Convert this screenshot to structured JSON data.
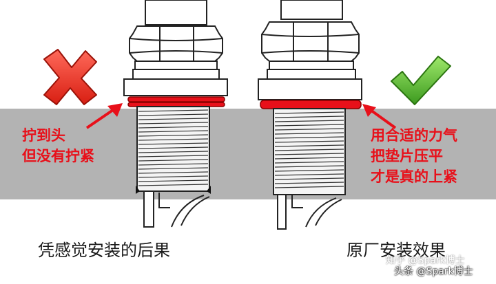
{
  "left": {
    "mark": "cross-mark",
    "annotation": [
      "拧到头",
      "但没有拧紧"
    ],
    "caption": "凭感觉安装的后果"
  },
  "right": {
    "mark": "check-mark",
    "annotation": [
      "用合适的力气",
      "把垫片压平",
      "才是真的上紧"
    ],
    "caption": "原厂安装效果"
  },
  "watermark": {
    "faint": "知乎 @Spark博士",
    "main": "头条 @Spark博士"
  },
  "colors": {
    "band": "#b3b3b3",
    "accent_red": "#e8101a",
    "cross_red": "#e83a2c",
    "check_green": "#5bb832"
  }
}
